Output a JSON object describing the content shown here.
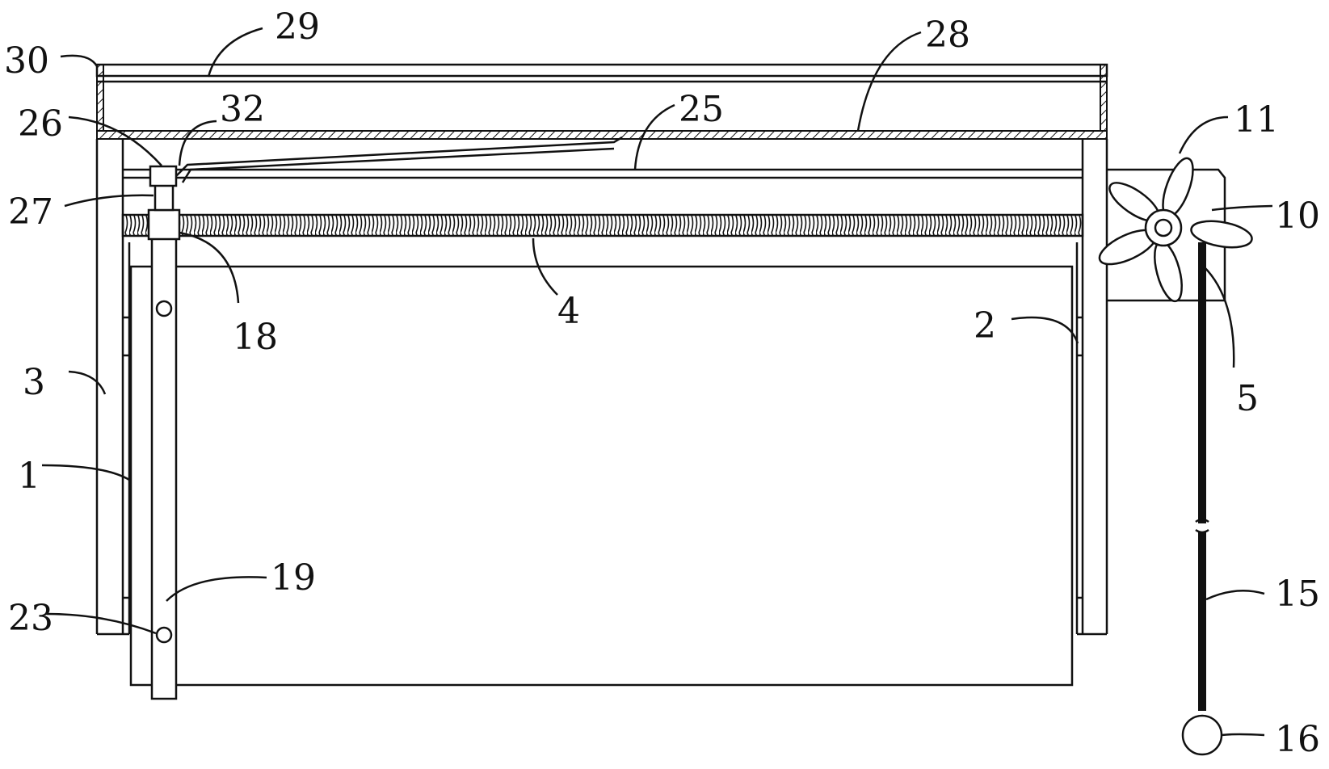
{
  "figure": {
    "labels": {
      "l1": "1",
      "l2": "2",
      "l3": "3",
      "l4": "4",
      "l5": "5",
      "l10": "10",
      "l11": "11",
      "l15": "15",
      "l16": "16",
      "l18": "18",
      "l19": "19",
      "l23": "23",
      "l25": "25",
      "l26": "26",
      "l27": "27",
      "l28": "28",
      "l29": "29",
      "l30": "30",
      "l32": "32"
    }
  }
}
